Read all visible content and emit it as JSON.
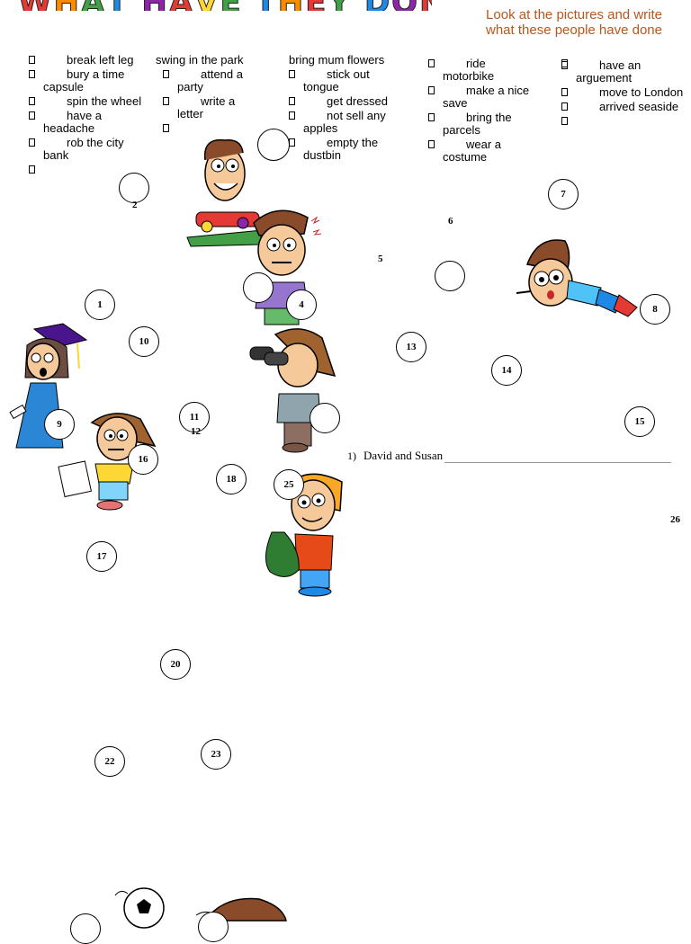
{
  "header": {
    "title_letters": [
      "W",
      "H",
      "A",
      "T",
      " ",
      "H",
      "A",
      "V",
      "E",
      " ",
      "T",
      "H",
      "E",
      "Y",
      " ",
      "D",
      "O",
      "N",
      "E",
      "?"
    ],
    "title_colors": [
      "#e53935",
      "#fb8c00",
      "#43a047",
      "#1e88e5",
      "#ffffff",
      "#8e24aa",
      "#e53935",
      "#fdd835",
      "#43a047",
      "#ffffff",
      "#1e88e5",
      "#fb8c00",
      "#e53935",
      "#43a047",
      "#ffffff",
      "#1e88e5",
      "#8e24aa",
      "#e53935",
      "#fb8c00",
      "#43a047"
    ],
    "instructions": "Look at the pictures and write what these people have done"
  },
  "word_columns": [
    {
      "items": [
        {
          "text": "break left leg",
          "bullet": true
        },
        {
          "text": "bury a time capsule",
          "bullet": true
        },
        {
          "text": "spin the wheel",
          "bullet": true
        },
        {
          "text": "have a headache",
          "bullet": true
        },
        {
          "text": "rob the city bank",
          "bullet": true
        },
        {
          "text": "",
          "bullet": true
        }
      ]
    },
    {
      "items": [
        {
          "text": "swing in the park",
          "bullet": false
        },
        {
          "text": "attend a party",
          "bullet": true
        },
        {
          "text": "write a letter",
          "bullet": true
        },
        {
          "text": "",
          "bullet": true
        }
      ]
    },
    {
      "items": [
        {
          "text": "bring mum flowers",
          "bullet": false
        },
        {
          "text": "stick out tongue",
          "bullet": true
        },
        {
          "text": "get dressed",
          "bullet": true
        },
        {
          "text": "not sell any apples",
          "bullet": true
        },
        {
          "text": "empty the dustbin",
          "bullet": true
        }
      ]
    },
    {
      "items": [
        {
          "text": "ride motorbike",
          "bullet": true
        },
        {
          "text": "make a nice save",
          "bullet": true
        },
        {
          "text": "bring the parcels",
          "bullet": true
        },
        {
          "text": "wear a costume",
          "bullet": true
        }
      ]
    },
    {
      "items": [
        {
          "text": "",
          "bullet": true
        },
        {
          "text": "have an arguement",
          "bullet": true
        },
        {
          "text": "move to London",
          "bullet": true
        },
        {
          "text": "arrived seaside",
          "bullet": true
        },
        {
          "text": "",
          "bullet": true
        }
      ]
    }
  ],
  "labels": {
    "n1": "1",
    "n2": "2",
    "n4": "4",
    "n5": "5",
    "n6": "6",
    "n7": "7",
    "n8": "8",
    "n9": "9",
    "n10": "10",
    "n11": "11",
    "n12": "12",
    "n13": "13",
    "n14": "14",
    "n15": "15",
    "n16": "16",
    "n17": "17",
    "n18": "18",
    "n20": "20",
    "n22": "22",
    "n23": "23",
    "n25": "25",
    "n26": "26"
  },
  "answer": {
    "number": "1)",
    "text": "David and Susan"
  },
  "colors": {
    "instructions": "#b8561e",
    "graduate_gown": "#2b86d6",
    "bag_green": "#2e7d32"
  }
}
